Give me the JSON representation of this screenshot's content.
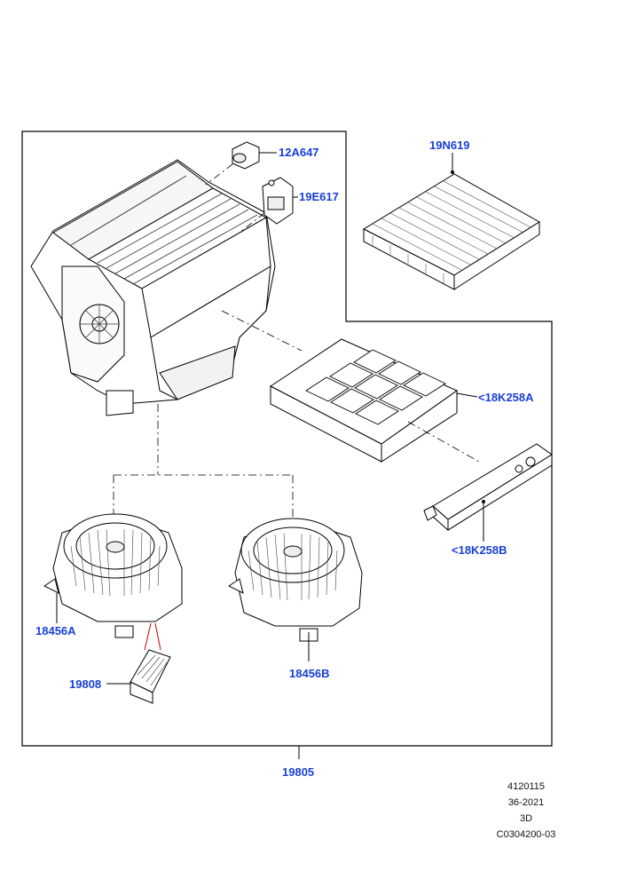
{
  "callouts": {
    "p12A647": "12A647",
    "p19E617": "19E617",
    "p19N619": "19N619",
    "p18K258A": "<18K258A",
    "p18K258B": "<18K258B",
    "p18456A": "18456A",
    "p18456B": "18456B",
    "p19808": "19808",
    "p19805": "19805"
  },
  "footer": {
    "line1": "4120115",
    "line2": "36-2021",
    "line3": "3D",
    "line4": "C0304200-03"
  },
  "colors": {
    "callout": "#1a3fd6",
    "line": "#000000",
    "wire": "#cc0000"
  }
}
